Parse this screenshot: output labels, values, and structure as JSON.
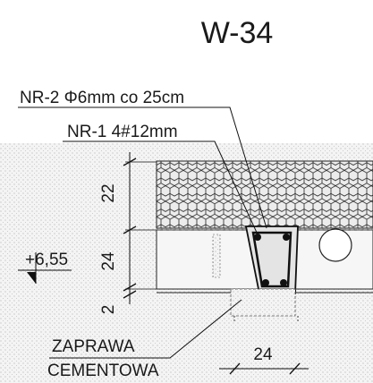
{
  "title": "W-34",
  "labels": {
    "stirrup": "NR-2  Φ6mm co 25cm",
    "main_bars": "NR-1  4#12mm",
    "mortar_line1": "ZAPRAWA",
    "mortar_line2": "CEMENTOWA"
  },
  "dimensions": {
    "slab_thickness": "22",
    "lintel_height": "24",
    "mortar_thickness": "2",
    "lintel_width": "24"
  },
  "level_mark": "+6,55"
}
